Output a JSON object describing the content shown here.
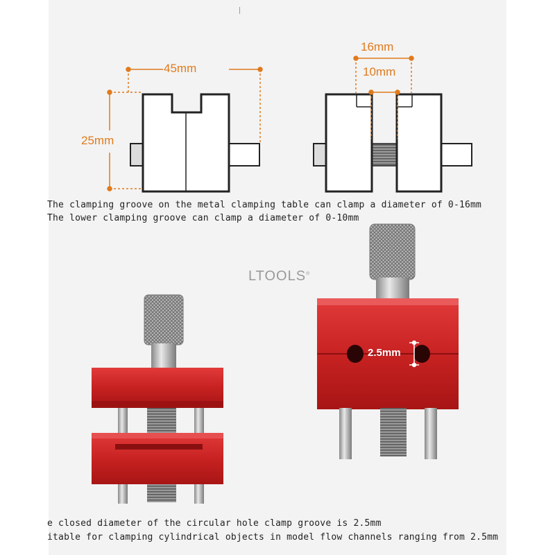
{
  "dimensions": {
    "width_label": "45mm",
    "height_label": "25mm",
    "outer_label": "16mm",
    "inner_label": "10mm",
    "hole_label": "2.5mm"
  },
  "captions": {
    "line1": "The clamping groove on the metal clamping table can clamp a diameter of 0-16mm",
    "line2": "The lower clamping groove can clamp a diameter of 0-10mm",
    "line3": "e closed diameter of the circular hole clamp groove is 2.5mm",
    "line4": "itable for clamping cylindrical objects in model flow channels ranging from 2.5mm"
  },
  "brand": {
    "name": "LTOOLS",
    "mark": "®"
  },
  "colors": {
    "dimension": "#e07a1c",
    "body_red": "#d42a2a"
  }
}
